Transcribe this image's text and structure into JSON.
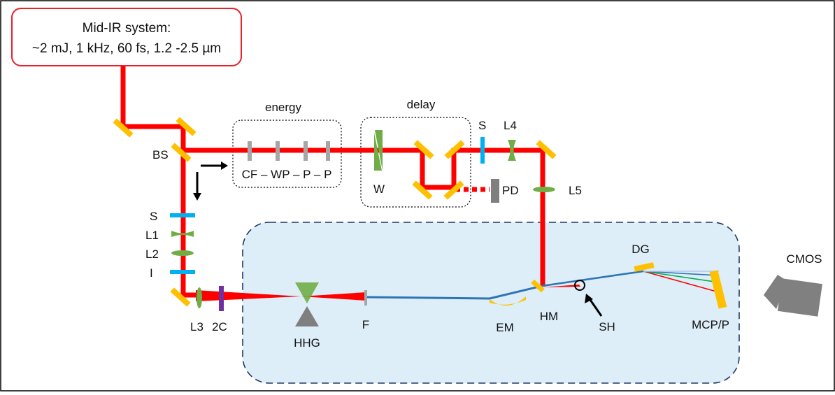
{
  "source_box": {
    "line1": "Mid-IR system:",
    "line2": "~2 mJ, 1 kHz, 60 fs, 1.2 -2.5 µm"
  },
  "groups": {
    "energy": "energy",
    "energy_parts": "CF – WP – P – P",
    "delay": "delay"
  },
  "labels": {
    "bs": "BS",
    "s_top": "S",
    "l4": "L4",
    "w": "W",
    "pd": "PD",
    "l5": "L5",
    "s_left": "S",
    "l1": "L1",
    "l2": "L2",
    "i": "I",
    "l3": "L3",
    "twoc": "2C",
    "hhg": "HHG",
    "f": "F",
    "em": "EM",
    "hm": "HM",
    "sh": "SH",
    "dg": "DG",
    "mcp": "MCP/P",
    "cmos": "CMOS"
  },
  "colors": {
    "beam": "#ff0000",
    "source_border": "#e8202a",
    "mirror": "#ffc000",
    "lens": "#70ad47",
    "blue_optic": "#00b0f0",
    "filter_grey": "#a6a6a6",
    "pd_grey": "#7f7f7f",
    "twoc_purple": "#7030a0",
    "xuv_blue": "#2e75b6",
    "chamber_fill": "#ddeef8",
    "chamber_border": "#1f3864",
    "camera_grey": "#808080",
    "mcp_green": "#00b050"
  }
}
